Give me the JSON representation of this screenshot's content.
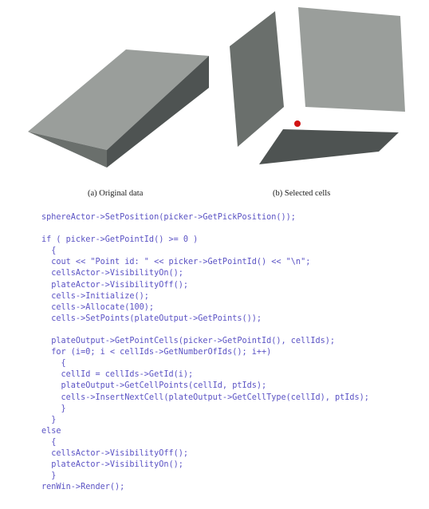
{
  "figure": {
    "captions": {
      "a": "(a) Original data",
      "b": "(b) Selected cells"
    },
    "colors": {
      "face_light": "#9a9e9b",
      "face_mid": "#6a6f6c",
      "face_dark": "#4e5352",
      "pick_dot": "#d11414",
      "code_text": "#5a52c4"
    }
  },
  "code": {
    "lines": [
      "sphereActor->SetPosition(picker->GetPickPosition());",
      "",
      "if ( picker->GetPointId() >= 0 )",
      "  {",
      "  cout << \"Point id: \" << picker->GetPointId() << \"\\n\";",
      "  cellsActor->VisibilityOn();",
      "  plateActor->VisibilityOff();",
      "  cells->Initialize();",
      "  cells->Allocate(100);",
      "  cells->SetPoints(plateOutput->GetPoints());",
      "",
      "  plateOutput->GetPointCells(picker->GetPointId(), cellIds);",
      "  for (i=0; i < cellIds->GetNumberOfIds(); i++)",
      "    {",
      "    cellId = cellIds->GetId(i);",
      "    plateOutput->GetCellPoints(cellId, ptIds);",
      "    cells->InsertNextCell(plateOutput->GetCellType(cellId), ptIds);",
      "    }",
      "  }",
      "else",
      "  {",
      "  cellsActor->VisibilityOff();",
      "  plateActor->VisibilityOn();",
      "  }",
      "renWin->Render();"
    ]
  }
}
